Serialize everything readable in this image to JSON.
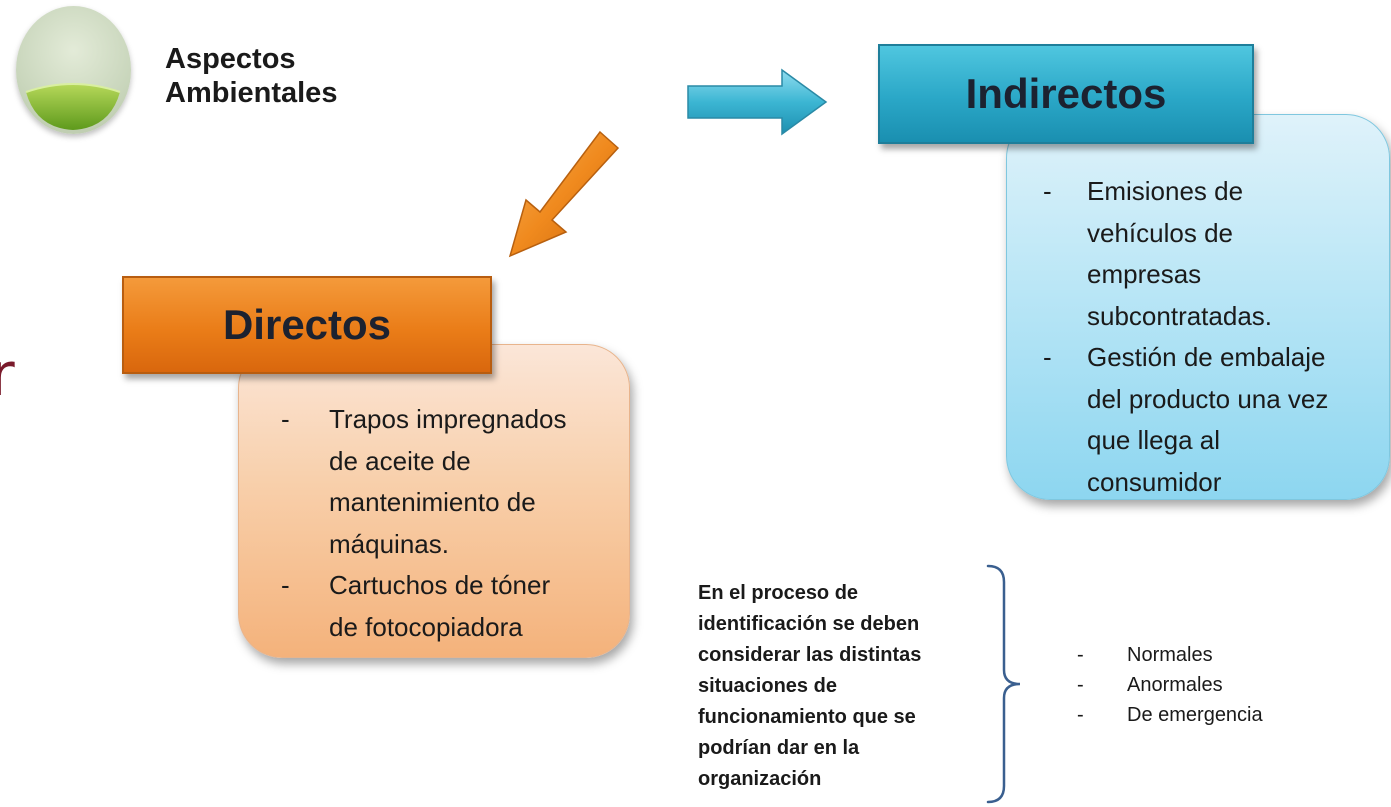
{
  "title": {
    "line1": "Aspectos",
    "line2": "Ambientales"
  },
  "edge_glyph": "r",
  "logo_icon": "green-bowl-logo-icon",
  "indirect": {
    "header": "Indirectos",
    "items": [
      {
        "marker": "-",
        "lines": [
          "Emisiones de",
          "vehículos de",
          "empresas",
          "subcontratadas."
        ]
      },
      {
        "marker": "-",
        "lines": [
          "Gestión de embalaje",
          "del producto una vez",
          "que llega al",
          "consumidor"
        ]
      }
    ]
  },
  "direct": {
    "header": "Directos",
    "items": [
      {
        "marker": "-",
        "lines": [
          "Trapos impregnados",
          "de aceite de",
          "mantenimiento de",
          "máquinas."
        ]
      },
      {
        "marker": "-",
        "lines": [
          "Cartuchos de tóner",
          "de fotocopiadora"
        ]
      }
    ]
  },
  "note": {
    "lines": [
      "En el proceso de",
      "identificación se deben",
      "considerar las distintas",
      "situaciones de",
      "funcionamiento que se",
      "podrían dar en la",
      "organización"
    ]
  },
  "situations": [
    {
      "marker": "-",
      "label": "Normales"
    },
    {
      "marker": "-",
      "label": "Anormales"
    },
    {
      "marker": "-",
      "label": "De emergencia"
    }
  ],
  "colors": {
    "indirect_header": "#2aa7c7",
    "indirect_box": "#c2e9f7",
    "direct_header": "#ea7d18",
    "direct_box": "#f8cfaa",
    "arrow_blue": "#3cb6d3",
    "arrow_orange": "#f08a1e",
    "brace": "#3a5f8f"
  }
}
